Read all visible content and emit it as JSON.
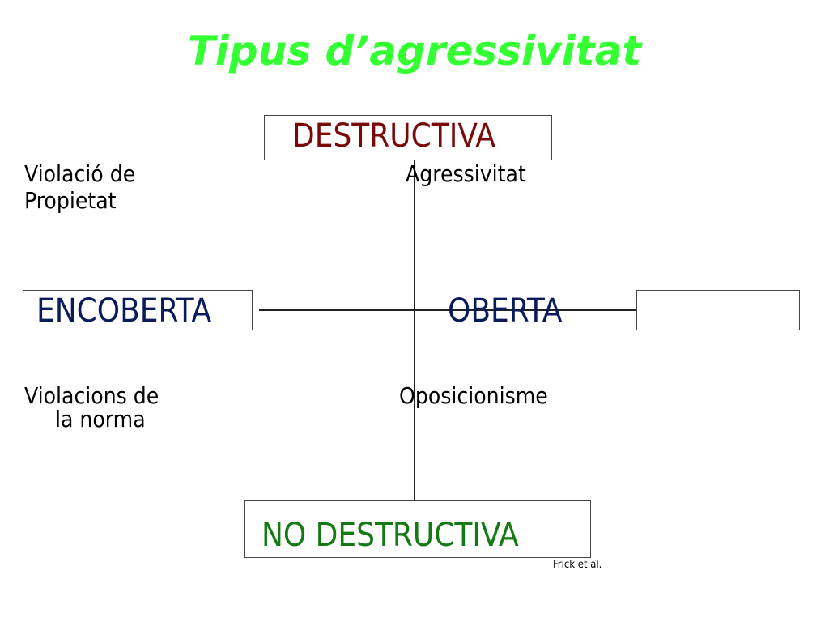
{
  "title": "Tipus d’agressivitat",
  "poles": {
    "top": "DESTRUCTIVA",
    "bottom": "NO DESTRUCTIVA",
    "left": "ENCOBERTA",
    "right": "OBERTA"
  },
  "quadrants": {
    "top_left": [
      "Violació de",
      "Propietat"
    ],
    "top_right": "Agressivitat",
    "bottom_left": [
      "Violacions de",
      "la norma"
    ],
    "bottom_right": "Oposicionisme"
  },
  "credit": "Frick et al.",
  "colors": {
    "title": "#33ff33",
    "top": "#7a0a0a",
    "sides": "#0a1a5a",
    "bottom": "#137a13"
  }
}
